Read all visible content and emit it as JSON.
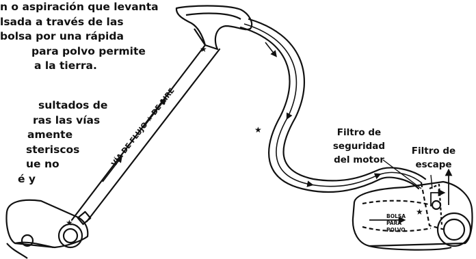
{
  "paragraph_top": {
    "lines": [
      "n o aspiración que levanta",
      "lsada a través de las",
      "bolsa por una rápida",
      "para polvo permite",
      "a la tierra."
    ]
  },
  "paragraph_bottom": {
    "lines": [
      "sultados de",
      "ras las vías",
      "amente",
      "steriscos",
      "ue no",
      "é y"
    ]
  },
  "labels": {
    "motor_filter": [
      "Filtro de",
      "seguridad",
      "del motor"
    ],
    "exhaust_filter": [
      "Filtro de",
      "escape"
    ],
    "airflow_path": "VÍA DE FLUJO ★ DE AIRE",
    "dust_bag": [
      "BOLSA",
      "PARA",
      "POLVO"
    ]
  },
  "colors": {
    "ink": "#111111",
    "background": "#ffffff"
  }
}
